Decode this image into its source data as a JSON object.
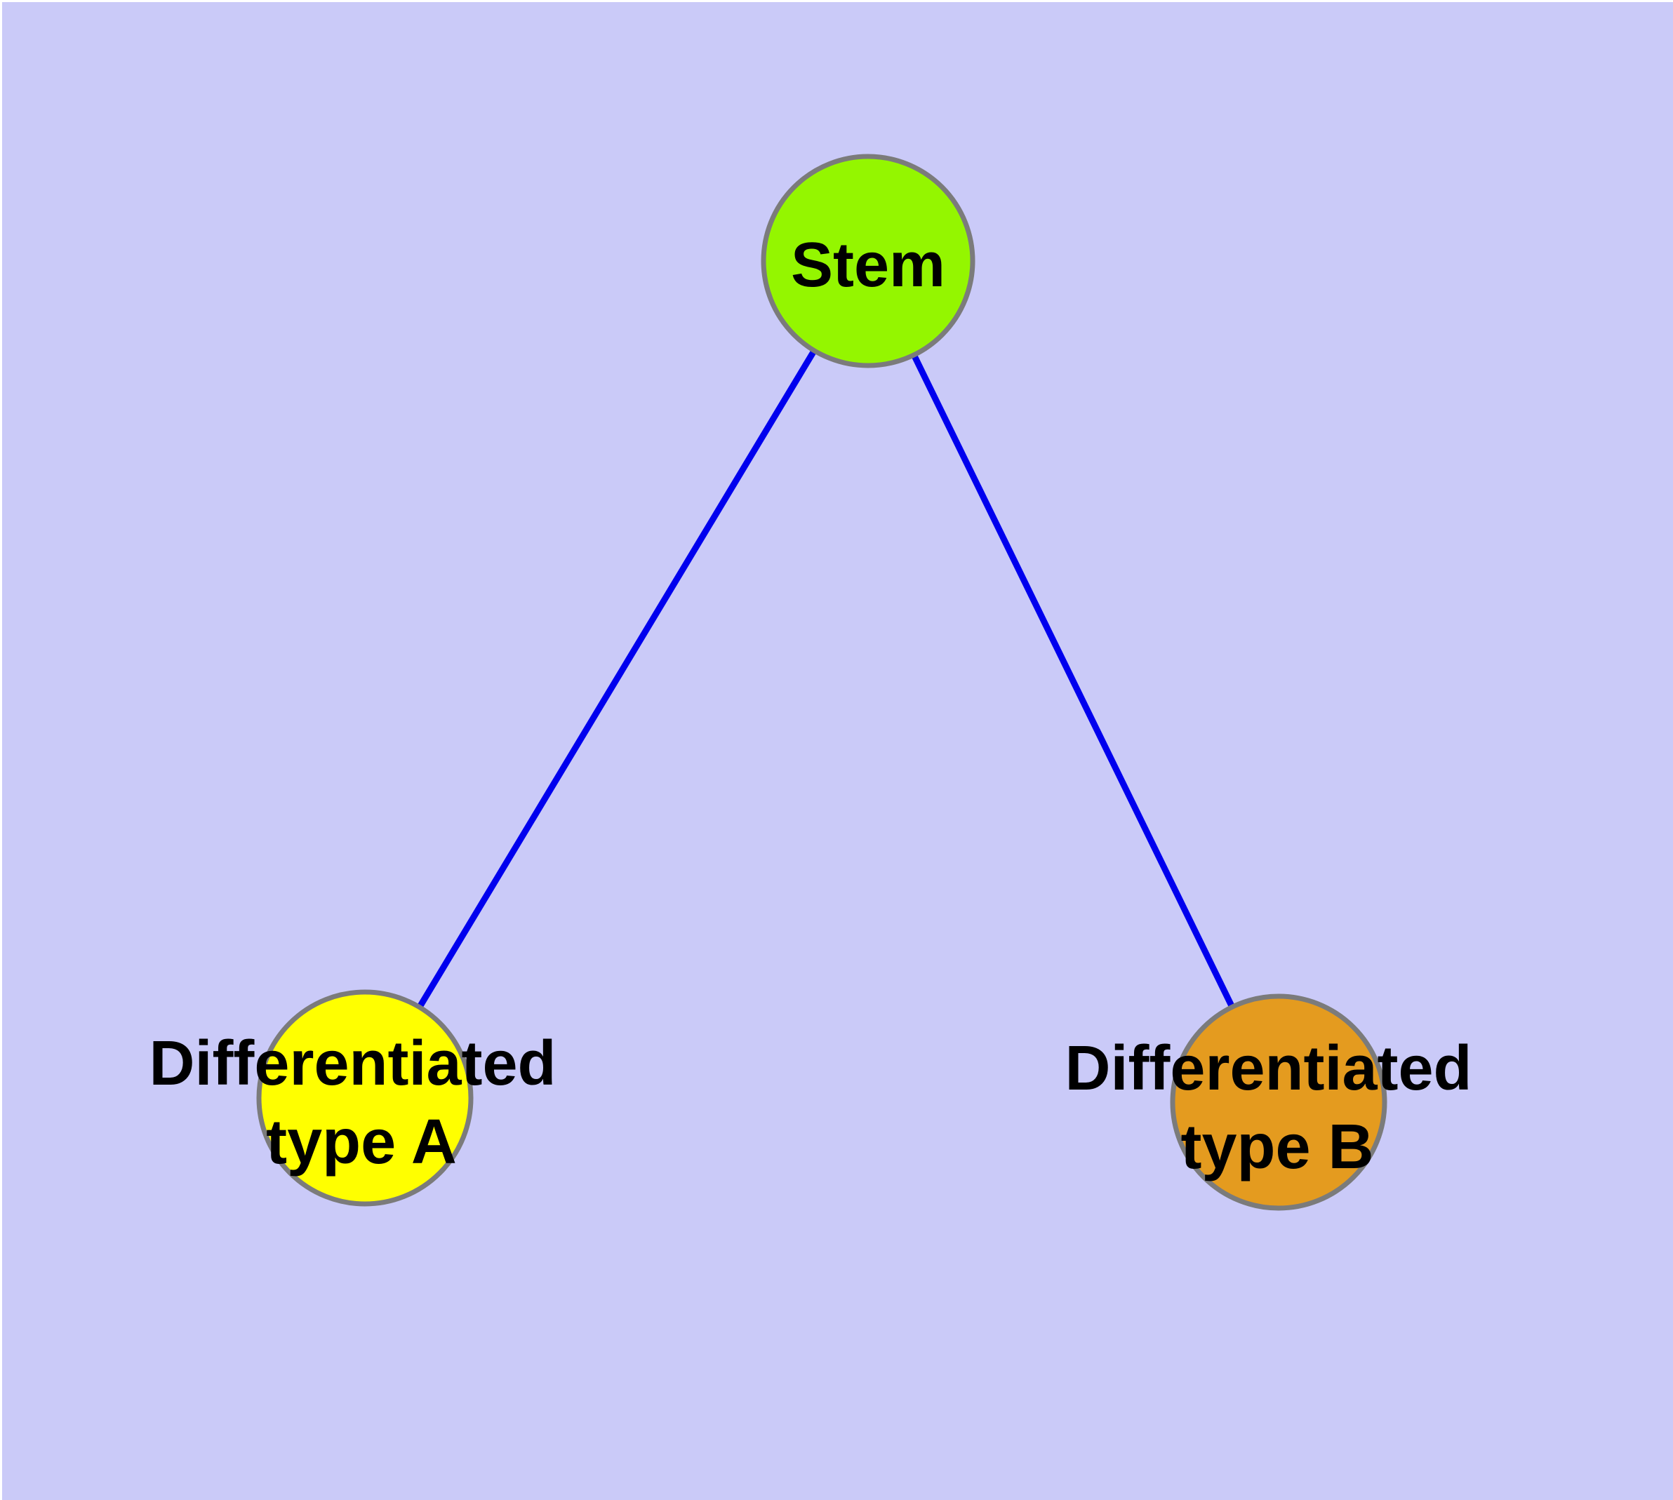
{
  "figure": {
    "title": "",
    "background_color": "#CACAF8",
    "edge_color": "#0000EE",
    "node_border_color": "#7B7B7B",
    "label_color": "#000000"
  },
  "graph": {
    "type": "node-link-diagram",
    "nodes": [
      {
        "id": "stem",
        "label": "Stem",
        "label_lines": [
          "Stem"
        ],
        "color": "#94F600"
      },
      {
        "id": "differentiated-type-a",
        "label": "Differentiated type A",
        "label_lines": [
          "Differentiated",
          "type A"
        ],
        "color": "#FFFF00"
      },
      {
        "id": "differentiated-type-b",
        "label": "Differentiated type B",
        "label_lines": [
          "Differentiated",
          "type B"
        ],
        "color": "#E49B1F"
      }
    ],
    "edges": [
      {
        "from": "Stem",
        "to": "Differentiated type A"
      },
      {
        "from": "Stem",
        "to": "Differentiated type B"
      }
    ]
  }
}
